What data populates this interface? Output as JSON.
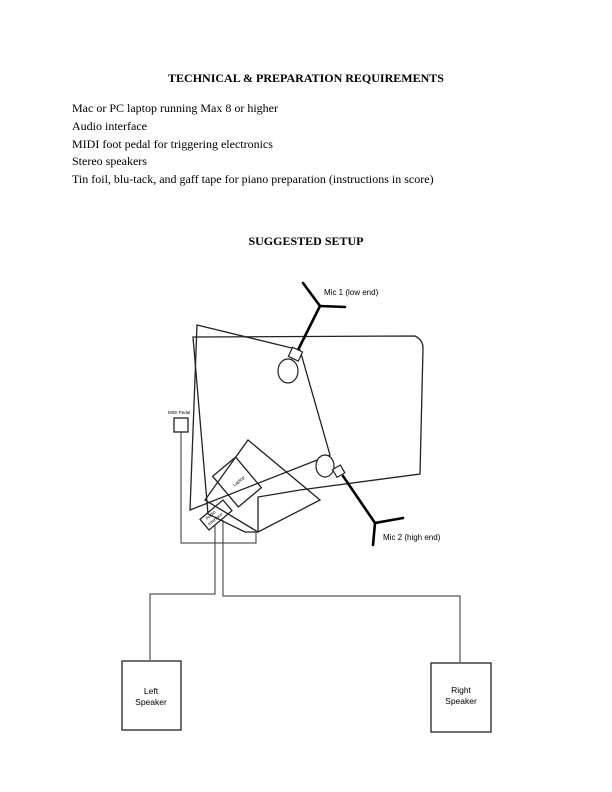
{
  "sections": {
    "tech_title": "TECHNICAL & PREPARATION REQUIREMENTS",
    "requirements": [
      "Mac or PC laptop running Max 8 or higher",
      "Audio interface",
      "MIDI foot pedal for triggering electronics",
      "Stereo speakers",
      "Tin foil, blu-tack, and gaff tape for piano preparation (instructions in score)"
    ],
    "setup_title": "SUGGESTED SETUP"
  },
  "diagram": {
    "mic1_label": "Mic 1 (low end)",
    "mic2_label": "Mic 2 (high end)",
    "midi_pedal_label": "MIDI Pedal",
    "laptop_label": "Laptop",
    "interface_label_1": "Audio",
    "interface_label_2": "Interface",
    "left_speaker_1": "Left",
    "left_speaker_2": "Speaker",
    "right_speaker_1": "Right",
    "right_speaker_2": "Speaker"
  }
}
